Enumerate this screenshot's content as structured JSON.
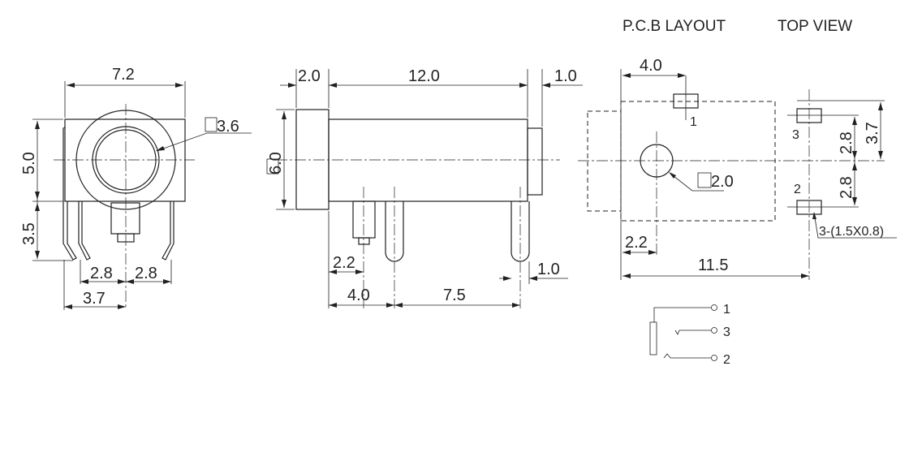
{
  "headings": {
    "pcb_layout": "P.C.B LAYOUT",
    "top_view": "TOP VIEW"
  },
  "front_view": {
    "width": "7.2",
    "height_upper": "5.0",
    "height_lower": "3.5",
    "diameter": "3.6",
    "pin_left": "2.8",
    "pin_right": "2.8",
    "pin_offset": "3.7"
  },
  "side_view": {
    "flange": "2.0",
    "body_length": "12.0",
    "tail": "1.0",
    "diameter": "6.0",
    "pin_2_2": "2.2",
    "pin_1_0": "1.0",
    "pin_spacing_a": "4.0",
    "pin_spacing_b": "7.5"
  },
  "pcb_layout": {
    "pin1_offset": "4.0",
    "hole_diameter": "2.0",
    "hole_offset": "2.2",
    "overall_length": "11.5",
    "pad_spacing_upper": "2.8",
    "pad_spacing_lower": "2.8",
    "pad_top_offset": "3.7",
    "pad_size": "3-(1.5X0.8)",
    "pad_labels": [
      "1",
      "3",
      "2"
    ]
  },
  "schematic": {
    "pins": [
      "1",
      "3",
      "2"
    ]
  }
}
